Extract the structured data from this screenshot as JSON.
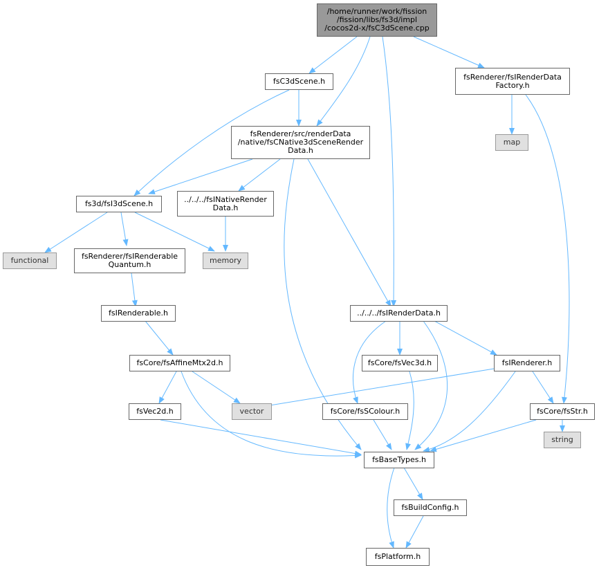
{
  "colors": {
    "edge": "#63b8ff",
    "root_fill": "#999999",
    "system_fill": "#e0e0e0",
    "node_border": "#666666"
  },
  "nodes": {
    "root": [
      "/home/runner/work/fission",
      "/fission/libs/fs3d/impl",
      "/cocos2d-x/fsC3dScene.cpp"
    ],
    "fsc3dscene": [
      "fsC3dScene.h"
    ],
    "native_render_data": [
      "fsRenderer/src/renderData",
      "/native/fsCNative3dSceneRender",
      "Data.h"
    ],
    "render_data_factory": [
      "fsRenderer/fsIRenderData",
      "Factory.h"
    ],
    "map": [
      "map"
    ],
    "fsi3dscene": [
      "fs3d/fsI3dScene.h"
    ],
    "inative_render": [
      "../../../fsINativeRender",
      "Data.h"
    ],
    "functional": [
      "functional"
    ],
    "renderable_quantum": [
      "fsRenderer/fsIRenderable",
      "Quantum.h"
    ],
    "memory": [
      "memory"
    ],
    "irenderable": [
      "fsIRenderable.h"
    ],
    "irender_data": [
      "../../../fsIRenderData.h"
    ],
    "affine": [
      "fsCore/fsAffineMtx2d.h"
    ],
    "vec3d": [
      "fsCore/fsVec3d.h"
    ],
    "irenderer": [
      "fsIRenderer.h"
    ],
    "vec2d": [
      "fsVec2d.h"
    ],
    "vector": [
      "vector"
    ],
    "scolour": [
      "fsCore/fsSColour.h"
    ],
    "fsstr": [
      "fsCore/fsStr.h"
    ],
    "basetypes": [
      "fsBaseTypes.h"
    ],
    "string": [
      "string"
    ],
    "buildconfig": [
      "fsBuildConfig.h"
    ],
    "platform": [
      "fsPlatform.h"
    ]
  }
}
